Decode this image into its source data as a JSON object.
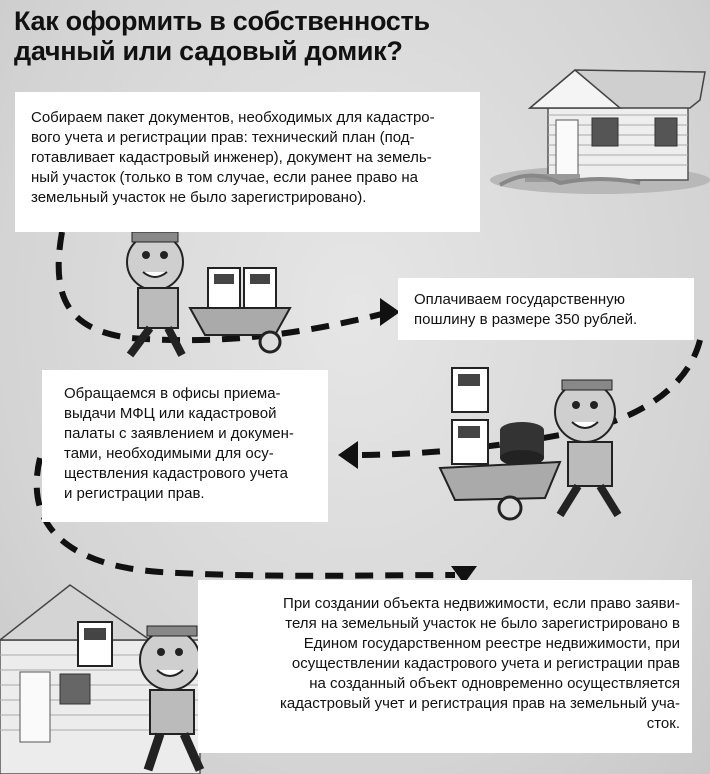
{
  "title": {
    "line1": "Как оформить в собственность",
    "line2": "дачный или садовый домик?"
  },
  "steps": [
    {
      "lines": [
        "Собираем пакет документов, необходимых для кадастро-",
        "вого учета и регистрации прав: технический план (под-",
        "готавливает кадастровый инженер), документ на земель-",
        "ный участок (только в том случае, если ранее право на",
        "земельный участок не было зарегистрировано)."
      ]
    },
    {
      "lines": [
        "Оплачиваем   государственную",
        "пошлину в размере 350 рублей."
      ]
    },
    {
      "lines": [
        "Обращаемся в офисы приема-",
        "выдачи МФЦ или кадастровой",
        "палаты с заявлением и докумен-",
        "тами, необходимыми для осу-",
        "ществления кадастрового учета",
        "и регистрации прав."
      ]
    },
    {
      "lines": [
        "При создании объекта недвижимости, если право заяви-",
        "теля на земельный участок не было зарегистрировано в",
        "Едином государственном реестре недвижимости, при",
        "осуществлении кадастрового учета и регистрации прав",
        "на созданный объект одновременно осуществляется",
        "кадастровый учет и регистрация прав на земельный уча-",
        "сток."
      ]
    }
  ],
  "colors": {
    "background": "#d9d9d9",
    "box": "#ffffff",
    "ink": "#111111"
  }
}
